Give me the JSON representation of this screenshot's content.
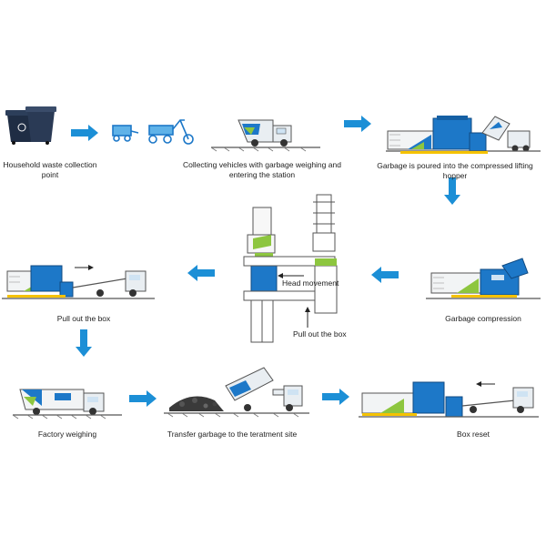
{
  "steps": {
    "s1": "Household waste collection point",
    "s2": "Collecting vehicles with garbage weighing and entering the station",
    "s3": "Garbage is poured into the compressed lifting hopper",
    "s4": "Garbage compression",
    "s5": "Pull out the box",
    "s6": "Factory weighing",
    "s7": "Transfer garbage to the teratment site",
    "s8": "Box reset"
  },
  "annotations": {
    "head_movement": "Head movement",
    "pull_out_box": "Pull out the box"
  },
  "colors": {
    "arrow": "#1c8fd6",
    "container_blue": "#1d78c8",
    "accent_green": "#8dc63f",
    "base_yellow": "#f5c200",
    "line": "#555555"
  }
}
